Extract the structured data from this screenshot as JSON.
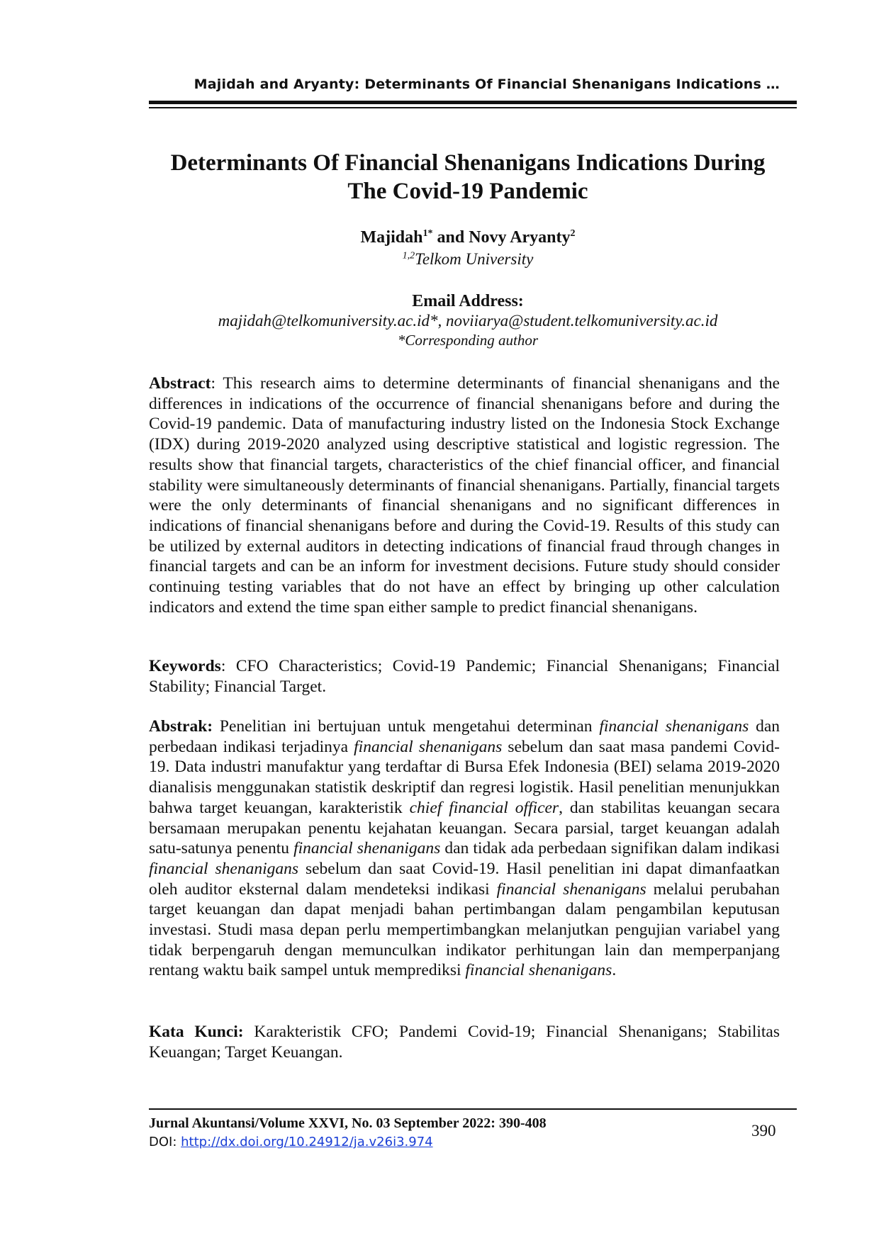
{
  "header": {
    "running_head": "Majidah and Aryanty: Determinants Of Financial Shenanigans Indications …"
  },
  "title": {
    "line1": "Determinants Of Financial Shenanigans Indications During",
    "line2": "The Covid-19 Pandemic"
  },
  "authors": {
    "author1": "Majidah",
    "author1_mark": "1*",
    "conj": " and ",
    "author2": "Novy Aryanty",
    "author2_mark": "2",
    "affil_mark": "1,2",
    "affiliation": "Telkom University"
  },
  "email": {
    "heading": "Email Address:",
    "addresses": "majidah@telkomuniversity.ac.id*, noviiarya@student.telkomuniversity.ac.id",
    "corresponding": "*Corresponding author"
  },
  "abstract": {
    "label": "Abstract",
    "text": ": This research aims to determine determinants of financial shenanigans and the differences in indications of the occurrence of financial shenanigans before and during the Covid-19 pandemic. Data of manufacturing industry listed on the Indonesia Stock Exchange (IDX) during 2019-2020 analyzed using descriptive statistical and logistic regression. The results show that financial targets, characteristics of the chief financial officer, and financial stability were simultaneously determinants of financial shenanigans. Partially, financial targets were the only determinants of financial shenanigans and no significant differences in indications of financial shenanigans before and during the Covid-19. Results of this study can be utilized by external auditors in detecting indications of financial fraud through changes in financial targets and can be an inform for investment decisions. Future study should consider continuing testing variables that do not have an effect by bringing up other calculation indicators and extend the time span either sample to predict financial shenanigans."
  },
  "keywords": {
    "label": "Keywords",
    "text": ": CFO Characteristics; Covid-19 Pandemic; Financial Shenanigans; Financial Stability; Financial Target."
  },
  "abstrak": {
    "label": "Abstrak:",
    "t1": " Penelitian ini bertujuan untuk mengetahui determinan ",
    "i1": "financial shenanigans",
    "t2": " dan perbedaan indikasi terjadinya ",
    "i2": "financial shenanigans",
    "t3": " sebelum dan saat masa pandemi Covid-19. Data industri manufaktur yang terdaftar di Bursa Efek Indonesia (BEI) selama 2019-2020 dianalisis menggunakan statistik deskriptif dan regresi logistik. Hasil penelitian menunjukkan bahwa target keuangan, karakteristik ",
    "i3": "chief financial officer",
    "t4": ", dan stabilitas keuangan secara bersamaan merupakan penentu kejahatan keuangan. Secara parsial, target keuangan adalah satu-satunya penentu ",
    "i4": "financial shenanigans",
    "t5": " dan tidak ada perbedaan signifikan dalam indikasi ",
    "i5": "financial shenanigans",
    "t6": " sebelum dan saat Covid-19. Hasil penelitian ini dapat dimanfaatkan oleh auditor eksternal dalam mendeteksi indikasi ",
    "i6": "financial shenanigans",
    "t7": " melalui perubahan target keuangan dan dapat menjadi bahan pertimbangan dalam pengambilan keputusan investasi. Studi masa depan perlu mempertimbangkan melanjutkan pengujian variabel yang tidak berpengaruh dengan memunculkan indikator perhitungan lain dan memperpanjang rentang waktu baik sampel untuk memprediksi ",
    "i7": "financial shenanigans",
    "t8": "."
  },
  "kata_kunci": {
    "label": "Kata Kunci:",
    "text": " Karakteristik CFO; Pandemi Covid-19; Financial Shenanigans; Stabilitas Keuangan; Target Keuangan."
  },
  "footer": {
    "journal": "Jurnal Akuntansi/Volume XXVI, No. 03 September 2022: 390-408",
    "doi_label": "DOI: ",
    "doi_url": "http://dx.doi.org/10.24912/ja.v26i3.974",
    "page_number": "390"
  }
}
